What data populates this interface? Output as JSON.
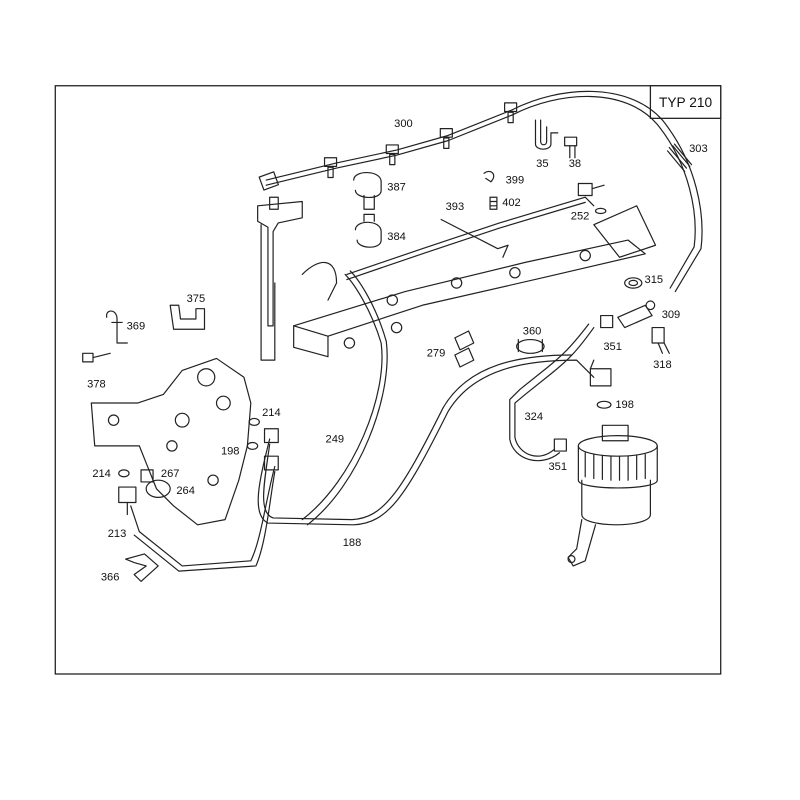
{
  "diagram": {
    "typ_label": "TYP 210",
    "part_numbers": {
      "p300": "300",
      "p303": "303",
      "p35": "35",
      "p38": "38",
      "p387": "387",
      "p399": "399",
      "p393": "393",
      "p402": "402",
      "p252": "252",
      "p384": "384",
      "p375": "375",
      "p315": "315",
      "p369": "369",
      "p309": "309",
      "p360": "360",
      "p351a": "351",
      "p378": "378",
      "p279": "279",
      "p318": "318",
      "p214a": "214",
      "p198a": "198",
      "p249": "249",
      "p198b": "198",
      "p324": "324",
      "p214b": "214",
      "p267": "267",
      "p264": "264",
      "p351b": "351",
      "p213": "213",
      "p188": "188",
      "p366": "366"
    }
  }
}
